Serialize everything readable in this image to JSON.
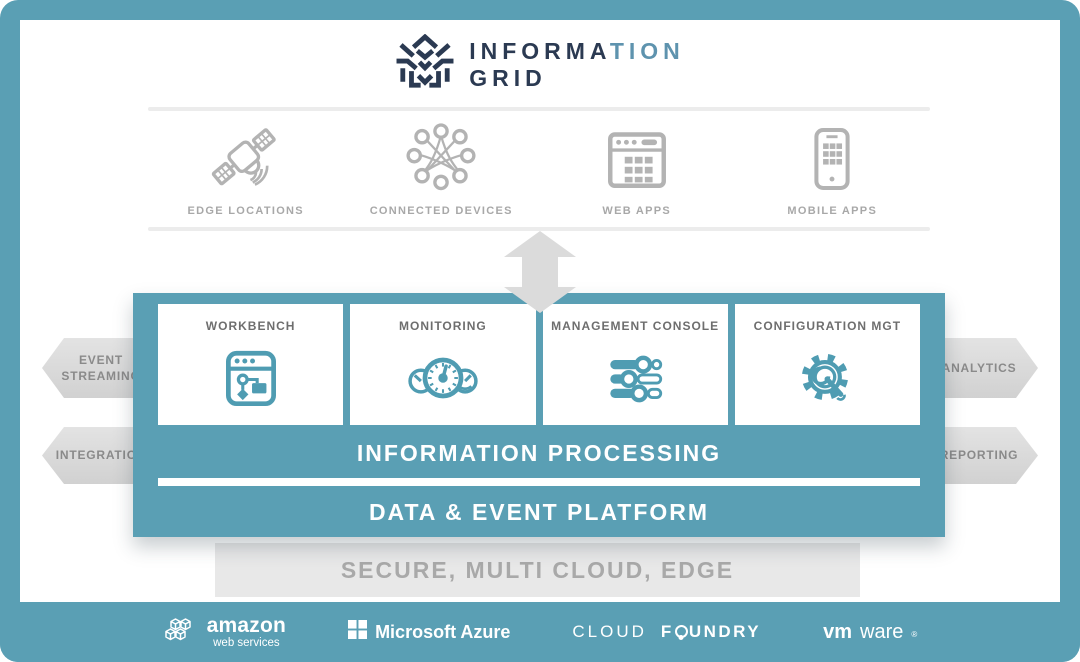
{
  "logo": {
    "icon": "information-grid-mark-icon",
    "title_dark": "INFORMA",
    "title_accent": "TION",
    "title_line2": "GRID"
  },
  "sources": {
    "items": [
      {
        "icon": "satellite-icon",
        "label": "EDGE LOCATIONS"
      },
      {
        "icon": "connected-network-icon",
        "label": "CONNECTED DEVICES"
      },
      {
        "icon": "web-browser-icon",
        "label": "WEB APPS"
      },
      {
        "icon": "mobile-phone-icon",
        "label": "MOBILE APPS"
      }
    ]
  },
  "platform": {
    "modules": [
      {
        "icon": "workbench-window-icon",
        "label": "WORKBENCH"
      },
      {
        "icon": "gauges-icon",
        "label": "MONITORING"
      },
      {
        "icon": "sliders-icon",
        "label": "MANAGEMENT CONSOLE"
      },
      {
        "icon": "gear-wrench-icon",
        "label": "CONFIGURATION MGT"
      }
    ],
    "processing_label": "INFORMATION PROCESSING",
    "data_platform_label": "DATA & EVENT PLATFORM"
  },
  "flows": {
    "left": [
      {
        "label": "EVENT STREAMING"
      },
      {
        "label": "INTEGRATION"
      }
    ],
    "right": [
      {
        "label": "ANALYTICS"
      },
      {
        "label": "REPORTING"
      }
    ]
  },
  "foundation": {
    "label": "SECURE, MULTI CLOUD, EDGE"
  },
  "footer": {
    "logos": [
      {
        "name": "amazon-web-services",
        "line1": "amazon",
        "line2": "web services"
      },
      {
        "name": "microsoft-azure",
        "text": "Microsoft Azure"
      },
      {
        "name": "cloud-foundry",
        "word1": "CLOUD",
        "word2_start": "F",
        "word2_end": "UNDRY"
      },
      {
        "name": "vmware",
        "bold": "vm",
        "regular": "ware",
        "mark": "®"
      }
    ]
  },
  "colors": {
    "teal": "#5A9FB4",
    "navy": "#2B3A52",
    "accent_blue": "#5E93AE",
    "source_gray": "#B3B3B3",
    "label_gray": "#A8A8A8",
    "arrow_gray": "#D9D9D9",
    "foundation_bg": "#E8E8E8",
    "card_title_gray": "#6E6E6E"
  }
}
